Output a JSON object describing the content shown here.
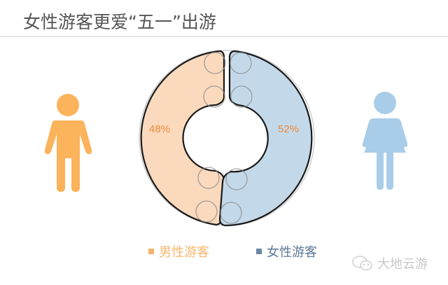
{
  "header": {
    "title": "女性游客更爱“五一”出游"
  },
  "colors": {
    "male": "#fad9bd",
    "female": "#c3d9ea",
    "male_icon": "#fbb35c",
    "female_icon": "#a9cde8",
    "pct_label": "#f08a3c",
    "male_legend_text": "#f7b66e",
    "female_legend_text": "#5b7795",
    "female_legend_swatch": "#6d88a5"
  },
  "icons": {
    "left": "male-person-icon",
    "right": "female-person-icon",
    "watermark": "wechat-icon"
  },
  "labels": {
    "male_pct": "48%",
    "female_pct": "52%"
  },
  "legend": [
    {
      "label": "男性游客",
      "color": "#f6b26b"
    },
    {
      "label": "女性游客",
      "color": "#6d88a5"
    }
  ],
  "watermark": {
    "text": "大地云游"
  },
  "chart_data": {
    "type": "pie",
    "title": "女性游客更爱“五一”出游",
    "variant": "donut",
    "categories": [
      "男性游客",
      "女性游客"
    ],
    "values": [
      48,
      52
    ],
    "unit": "%",
    "data_labels": [
      "48%",
      "52%"
    ],
    "legend_position": "bottom",
    "colors": [
      "#fad9bd",
      "#c3d9ea"
    ]
  }
}
